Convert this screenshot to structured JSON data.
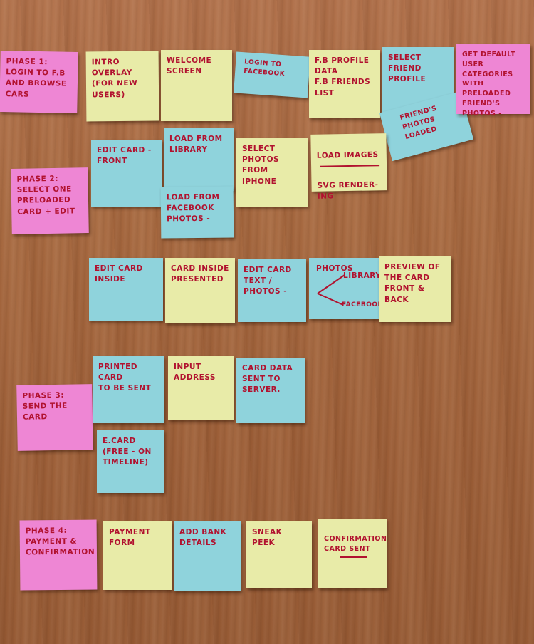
{
  "phases": {
    "phase1": "PHASE 1:\nLOGIN TO F.B\nAND BROWSE\nCARS",
    "phase2": "PHASE 2:\nSELECT ONE\nPRELOADED\nCARD + EDIT",
    "phase3": "PHASE 3:\nSEND THE\nCARD",
    "phase4": "PHASE 4:\nPAYMENT &\nCONFIRMATION"
  },
  "row1": {
    "intro_overlay": "INTRO OVERLAY\n(FOR NEW USERS)",
    "welcome_screen": "WELCOME\nSCREEN",
    "login_facebook": "LOGIN TO\nFACEBOOK",
    "fb_profile": "F.B PROFILE DATA\nF.B FRIENDS LIST",
    "select_friend": "SELECT\nFRIEND\nPROFILE",
    "friends_photos": "FRIEND'S\nPHOTOS\nLOADED",
    "default_categories": "GET DEFAULT\nUSER CATEGORIES\nWITH PRELOADED\nFRIEND'S\nPHOTOS -"
  },
  "row2": {
    "edit_card_front": "EDIT CARD -\nFRONT",
    "load_library": "LOAD FROM\nLIBRARY",
    "load_facebook": "LOAD FROM\nFACEBOOK\nPHOTOS -",
    "select_iphone": "SELECT\nPHOTOS FROM\nIPHONE",
    "load_images": "LOAD IMAGES",
    "svg_rendering": "SVG RENDER-\nING"
  },
  "row3": {
    "edit_card_inside": "EDIT CARD\nINSIDE",
    "card_inside_presented": "CARD INSIDE\nPRESENTED",
    "edit_text_photos": "EDIT CARD\nTEXT / PHOTOS -",
    "photos": "PHOTOS",
    "library": "LIBRARY",
    "facebook": "FACEBOOK",
    "preview": "PREVIEW OF\nTHE CARD\nFRONT &\nBACK"
  },
  "row4": {
    "printed_card": "PRINTED\nCARD\nTO BE SENT",
    "input_address": "INPUT\nADDRESS",
    "card_data_server": "CARD DATA\nSENT TO\nSERVER.",
    "ecard": "E.CARD\n(FREE - ON\nTIMELINE)"
  },
  "row5": {
    "payment_form": "PAYMENT\nFORM",
    "add_bank": "ADD BANK\nDETAILS",
    "sneak_peek": "SNEAK\nPEEK",
    "confirmation": "CONFIRMATION\nCARD SENT"
  },
  "colors": {
    "yellow_note": "#e8eba8",
    "blue_note": "#8fd3dc",
    "pink_note": "#ee86d4",
    "marker_ink": "#b1122f",
    "wood": "#a6683f"
  }
}
